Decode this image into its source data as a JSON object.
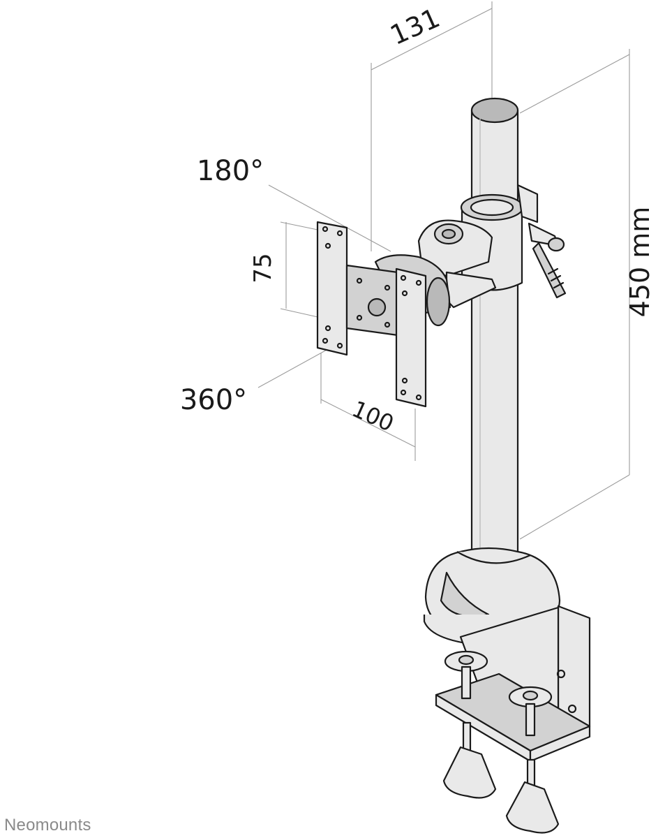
{
  "dimensions": {
    "arm_offset": "131",
    "height": "450 mm",
    "tilt": "180°",
    "rotate": "360°",
    "vesa_vertical": "75",
    "vesa_horizontal": "100"
  },
  "brand": {
    "name": "Neomounts",
    "color": "#8a8a8a"
  },
  "colors": {
    "line": "#1a1a1a",
    "dimension_line": "#9a9a9a",
    "shade_light": "#e9e9e9",
    "shade_mid": "#d2d2d2",
    "shade_dark": "#b9b9b9"
  }
}
